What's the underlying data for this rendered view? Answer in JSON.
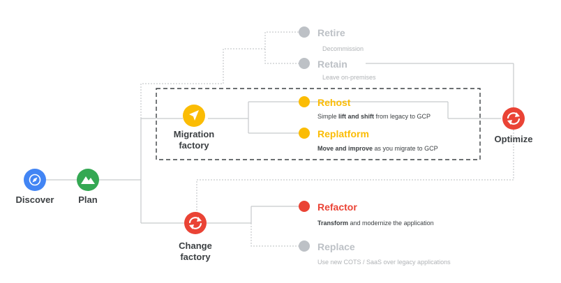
{
  "colors": {
    "blue": "#4285f4",
    "green": "#34a853",
    "yellow": "#fbbc04",
    "red": "#ea4335",
    "gray": "#bdc1c6",
    "line": "#c6c9cc",
    "text": "#3c4043",
    "muted": "#b0b3b6"
  },
  "nodes": {
    "discover": {
      "label": "Discover",
      "icon": "compass-icon"
    },
    "plan": {
      "label": "Plan",
      "icon": "mountain-icon"
    },
    "migration_factory": {
      "label_line1": "Migration",
      "label_line2": "factory",
      "icon": "navigation-arrow-icon"
    },
    "change_factory": {
      "label_line1": "Change",
      "label_line2": "factory",
      "icon": "refresh-icon"
    },
    "optimize": {
      "label": "Optimize",
      "icon": "refresh-icon"
    }
  },
  "leaves": {
    "retire": {
      "title": "Retire",
      "desc": "Decommission"
    },
    "retain": {
      "title": "Retain",
      "desc": "Leave on-premises"
    },
    "rehost": {
      "title": "Rehost",
      "desc_pre": "Simple ",
      "desc_bold": "lift and shift",
      "desc_post": " from legacy to GCP"
    },
    "replatform": {
      "title": "Replatform",
      "desc_bold": "Move and improve",
      "desc_post": " as you migrate to GCP"
    },
    "refactor": {
      "title": "Refactor",
      "desc_bold": "Transform",
      "desc_post": " and modernize the application"
    },
    "replace": {
      "title": "Replace",
      "desc": "Use new COTS / SaaS over legacy applications"
    }
  }
}
